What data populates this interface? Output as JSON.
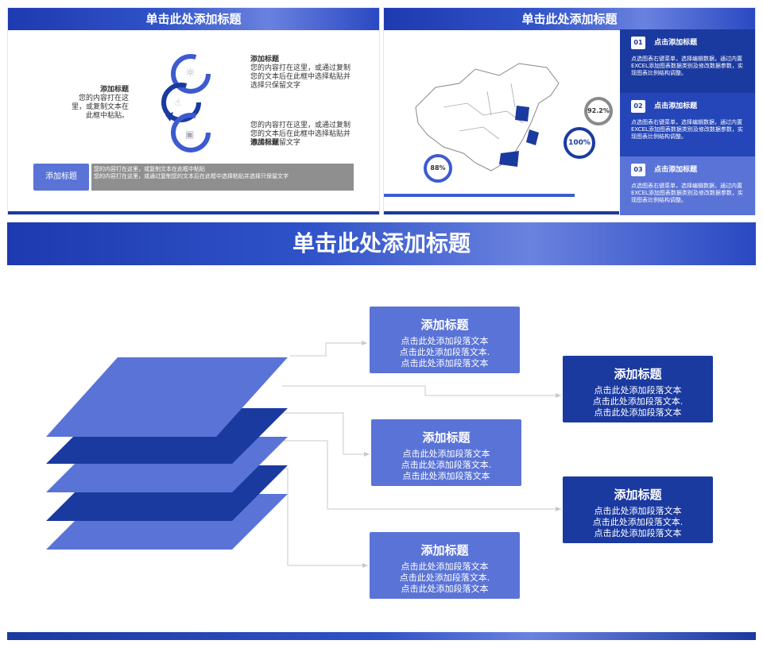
{
  "slide_left": {
    "title": "单击此处添加标题",
    "left_label_title": "添加标题",
    "left_label_text": "您的内容打在这里，或复制文本在此框中粘贴。",
    "right_top_title": "添加标题",
    "right_top_text": "您的内容打在这里，或通过复制您的文本后在此框中选择粘贴并选择只保留文字",
    "right_bottom_title": "添加标题",
    "right_bottom_text": "您的内容打在这里，或通过复制您的文本后在此框中选择粘贴并选择只保留文字",
    "bar_label": "添加标题",
    "bar_line1": "您的内容打在这里，或复制文本在此框中粘贴",
    "bar_line2": "您的内容打在这里，或通过复制您的文本后在此框中选择粘贴并选择只保留文字"
  },
  "slide_right": {
    "title": "单击此处添加标题",
    "circles": [
      {
        "label": "92.2%",
        "value": 0.922
      },
      {
        "label": "100%",
        "value": 1.0
      },
      {
        "label": "88%",
        "value": 0.88
      }
    ],
    "items": [
      {
        "num": "01",
        "title": "点击添加标题",
        "text": "点选图表右键菜单，选择编辑数据，通过内置EXCEL添加图表数据类别及修改数据参数，实现图表比例结构调整。"
      },
      {
        "num": "02",
        "title": "点击添加标题",
        "text": "点选图表右键菜单，选择编辑数据，通过内置EXCEL添加图表数据类别及修改数据参数，实现图表比例结构调整。"
      },
      {
        "num": "03",
        "title": "点击添加标题",
        "text": "点选图表右键菜单，选择编辑数据，通过内置EXCEL添加图表数据类别及修改数据参数，实现图表比例结构调整。"
      }
    ]
  },
  "main": {
    "title": "单击此处添加标题",
    "boxes": [
      {
        "title": "添加标题",
        "l1": "点击此处添加段落文本",
        "l2": "点击此处添加段落文本.",
        "l3": "点击此处添加段落文本"
      },
      {
        "title": "添加标题",
        "l1": "点击此处添加段落文本",
        "l2": "点击此处添加段落文本.",
        "l3": "点击此处添加段落文本"
      },
      {
        "title": "添加标题",
        "l1": "点击此处添加段落文本",
        "l2": "点击此处添加段落文本.",
        "l3": "点击此处添加段落文本"
      },
      {
        "title": "添加标题",
        "l1": "点击此处添加段落文本",
        "l2": "点击此处添加段落文本.",
        "l3": "点击此处添加段落文本"
      },
      {
        "title": "添加标题",
        "l1": "点击此处添加段落文本",
        "l2": "点击此处添加段落文本.",
        "l3": "点击此处添加段落文本"
      }
    ],
    "colors": {
      "light": "#5a73d6",
      "dark": "#1b3aa0"
    }
  }
}
